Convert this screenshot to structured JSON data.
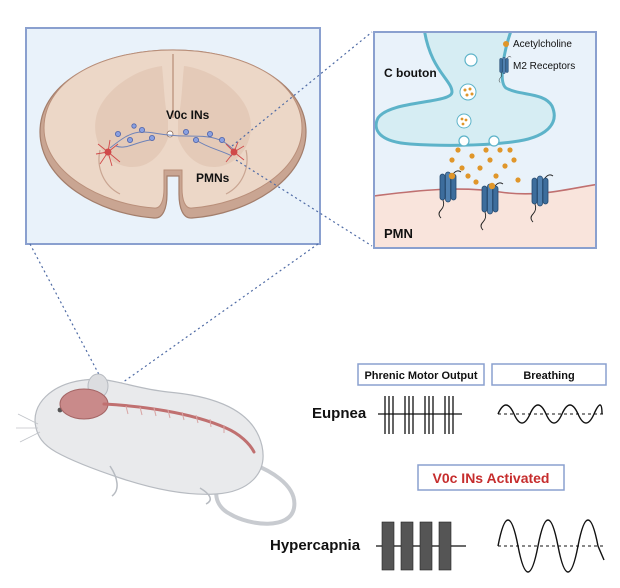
{
  "spinal_cord_panel": {
    "label_v0c": "V0c INs",
    "label_pmns": "PMNs"
  },
  "synapse_panel": {
    "label_c_bouton": "C bouton",
    "label_pmn": "PMN",
    "legend_acetylcholine": "Acetylcholine",
    "legend_m2": "M2 Receptors"
  },
  "recording_panel": {
    "header_phrenic": "Phrenic Motor Output",
    "header_breathing": "Breathing",
    "row_eupnea": "Eupnea",
    "activated_label": "V0c INs Activated",
    "row_hypercapnia": "Hypercapnia"
  },
  "colors": {
    "frame_blue": "#8aa0cf",
    "panel_fill": "#e9f2fa",
    "cord_outer": "#c9a592",
    "cord_inner": "#ead6c6",
    "bouton_fill": "#d6edf3",
    "bouton_stroke": "#5db3c9",
    "membrane_fill": "#f9e4dc",
    "membrane_stroke": "#c07070",
    "receptor_blue": "#3d6d9c",
    "ach_orange": "#e0962a",
    "activated_red": "#c62d2d"
  }
}
